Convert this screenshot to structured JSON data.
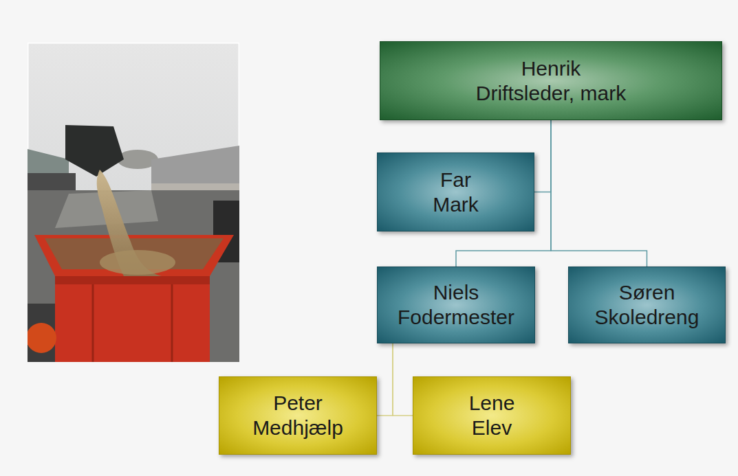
{
  "diagram": {
    "nodes": [
      {
        "text": [
          "Henrik",
          "Driftsleder, mark"
        ]
      },
      {
        "text": [
          "Far",
          "Mark"
        ]
      },
      {
        "text": [
          "Niels",
          "Fodermester"
        ]
      },
      {
        "text": [
          "Søren",
          "Skoledreng"
        ]
      },
      {
        "text": [
          "Peter",
          "Medhjælp"
        ]
      },
      {
        "text": [
          "Lene",
          "Elev"
        ]
      }
    ],
    "edges": [
      {
        "from": 0,
        "to": 1,
        "arrow": "none"
      },
      {
        "from": 0,
        "to": 2,
        "arrow": "none"
      },
      {
        "from": 0,
        "to": 3,
        "arrow": "none"
      },
      {
        "from": 2,
        "to": 4,
        "arrow": "none"
      },
      {
        "from": 2,
        "to": 5,
        "arrow": "none"
      }
    ]
  }
}
